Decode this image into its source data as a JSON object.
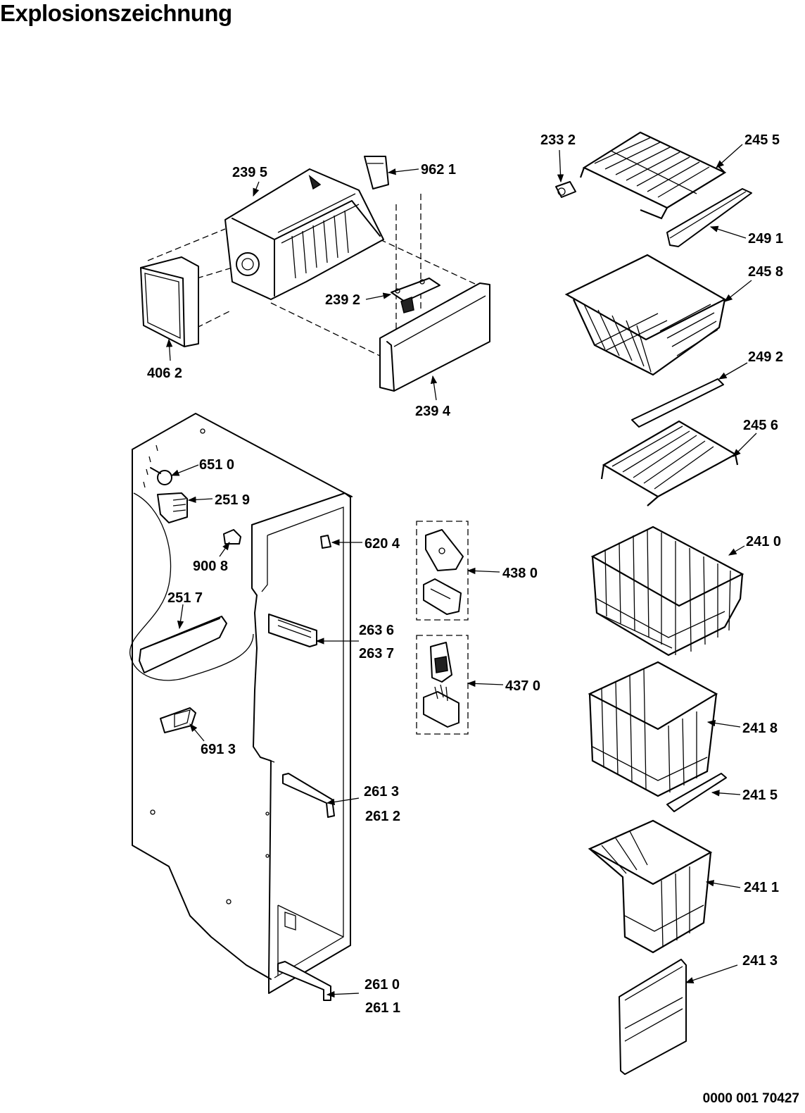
{
  "title": "Explosionszeichnung",
  "document_number": "0000 001 70427",
  "parts": [
    {
      "id": "part-2395",
      "label": "239 5"
    },
    {
      "id": "part-9621",
      "label": "962 1"
    },
    {
      "id": "part-2392",
      "label": "239 2"
    },
    {
      "id": "part-4062",
      "label": "406 2"
    },
    {
      "id": "part-2394",
      "label": "239 4"
    },
    {
      "id": "part-2332",
      "label": "233 2"
    },
    {
      "id": "part-2455",
      "label": "245 5"
    },
    {
      "id": "part-2491",
      "label": "249 1"
    },
    {
      "id": "part-2458",
      "label": "245 8"
    },
    {
      "id": "part-2492",
      "label": "249 2"
    },
    {
      "id": "part-2456",
      "label": "245 6"
    },
    {
      "id": "part-2410",
      "label": "241 0"
    },
    {
      "id": "part-2418",
      "label": "241 8"
    },
    {
      "id": "part-2415",
      "label": "241 5"
    },
    {
      "id": "part-2411",
      "label": "241 1"
    },
    {
      "id": "part-2413",
      "label": "241 3"
    },
    {
      "id": "part-6510",
      "label": "651 0"
    },
    {
      "id": "part-2519",
      "label": "251 9"
    },
    {
      "id": "part-9008",
      "label": "900 8"
    },
    {
      "id": "part-2517",
      "label": "251 7"
    },
    {
      "id": "part-6913",
      "label": "691 3"
    },
    {
      "id": "part-6204",
      "label": "620 4"
    },
    {
      "id": "part-2636",
      "label": "263 6"
    },
    {
      "id": "part-2637",
      "label": "263 7"
    },
    {
      "id": "part-4380",
      "label": "438 0"
    },
    {
      "id": "part-4370",
      "label": "437 0"
    },
    {
      "id": "part-2613",
      "label": "261 3"
    },
    {
      "id": "part-2612",
      "label": "261 2"
    },
    {
      "id": "part-2610",
      "label": "261 0"
    },
    {
      "id": "part-2611",
      "label": "261 1"
    }
  ]
}
